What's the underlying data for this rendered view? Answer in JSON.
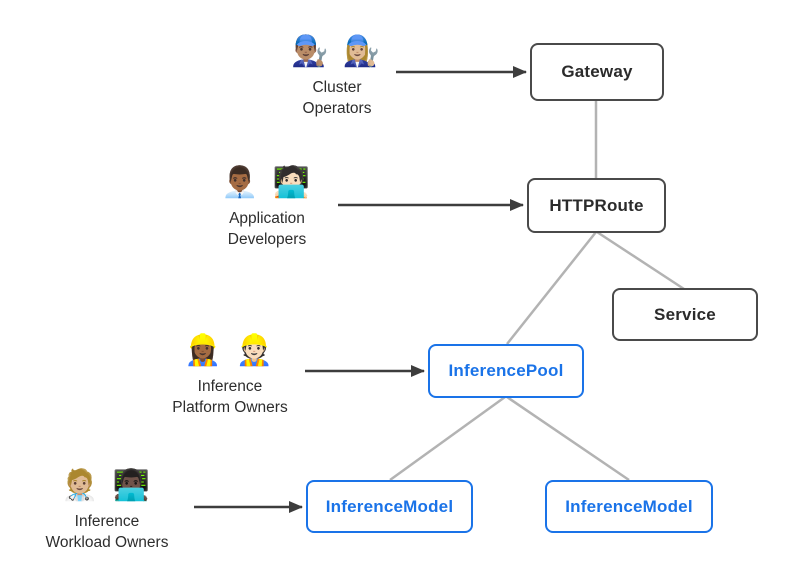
{
  "diagram": {
    "actors": [
      {
        "id": "cluster-operators",
        "emoji": "👨🏽‍🔧 👩🏼‍🔧",
        "label": "Cluster\nOperators"
      },
      {
        "id": "application-developers",
        "emoji": "👨🏾‍💼 🧑🏻‍💻",
        "label": "Application\nDevelopers"
      },
      {
        "id": "inference-platform-owners",
        "emoji": "👷🏾‍♀️ 👷🏻",
        "label": "Inference\nPlatform Owners"
      },
      {
        "id": "inference-workload-owners",
        "emoji": "🧑🏼‍⚕️ 👨🏿‍💻",
        "label": "Inference\nWorkload Owners"
      }
    ],
    "nodes": [
      {
        "id": "gateway",
        "label": "Gateway",
        "variant": "dark"
      },
      {
        "id": "httproute",
        "label": "HTTPRoute",
        "variant": "dark"
      },
      {
        "id": "service",
        "label": "Service",
        "variant": "dark"
      },
      {
        "id": "inferencepool",
        "label": "InferencePool",
        "variant": "blue"
      },
      {
        "id": "inferencemodel-1",
        "label": "InferenceModel",
        "variant": "blue"
      },
      {
        "id": "inferencemodel-2",
        "label": "InferenceModel",
        "variant": "blue"
      }
    ],
    "edges": [
      {
        "from": "cluster-operators",
        "to": "gateway",
        "type": "arrow"
      },
      {
        "from": "application-developers",
        "to": "httproute",
        "type": "arrow"
      },
      {
        "from": "inference-platform-owners",
        "to": "inferencepool",
        "type": "arrow"
      },
      {
        "from": "inference-workload-owners",
        "to": "inferencemodel-1",
        "type": "arrow"
      },
      {
        "from": "gateway",
        "to": "httproute",
        "type": "relation"
      },
      {
        "from": "httproute",
        "to": "service",
        "type": "relation"
      },
      {
        "from": "httproute",
        "to": "inferencepool",
        "type": "relation"
      },
      {
        "from": "inferencepool",
        "to": "inferencemodel-1",
        "type": "relation"
      },
      {
        "from": "inferencepool",
        "to": "inferencemodel-2",
        "type": "relation"
      }
    ],
    "colors": {
      "background": "#ffffff",
      "node_border_dark": "#4a4a4a",
      "node_text_dark": "#2b2b2b",
      "node_accent_blue": "#1a73e8",
      "connector_gray": "#b3b3b3",
      "arrow_dark": "#3d3d3d"
    }
  }
}
